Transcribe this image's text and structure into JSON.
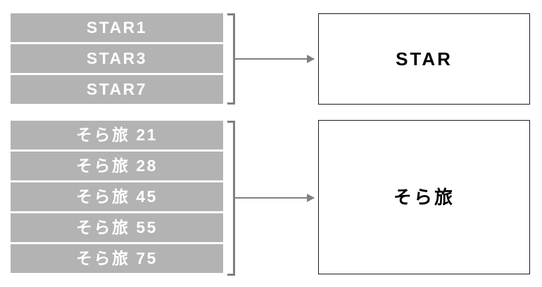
{
  "diagram": {
    "title": "product name normalization grouping",
    "groups": [
      {
        "id": "star",
        "items": [
          {
            "label": "STAR1"
          },
          {
            "label": "STAR3"
          },
          {
            "label": "STAR7"
          }
        ],
        "arrow": {
          "name": "maps-to-arrow"
        },
        "result": {
          "label": "STAR"
        }
      },
      {
        "id": "sora",
        "items": [
          {
            "label": "そら旅 21"
          },
          {
            "label": "そら旅 28"
          },
          {
            "label": "そら旅 45"
          },
          {
            "label": "そら旅 55"
          },
          {
            "label": "そら旅 75"
          }
        ],
        "arrow": {
          "name": "maps-to-arrow"
        },
        "result": {
          "label": "そら旅"
        }
      }
    ],
    "colors": {
      "item_background": "#b3b3b3",
      "item_text": "#ffffff",
      "bracket": "#808080",
      "arrow": "#808080",
      "result_border": "#1a1a1a",
      "result_text": "#000000",
      "canvas": "#ffffff"
    }
  }
}
